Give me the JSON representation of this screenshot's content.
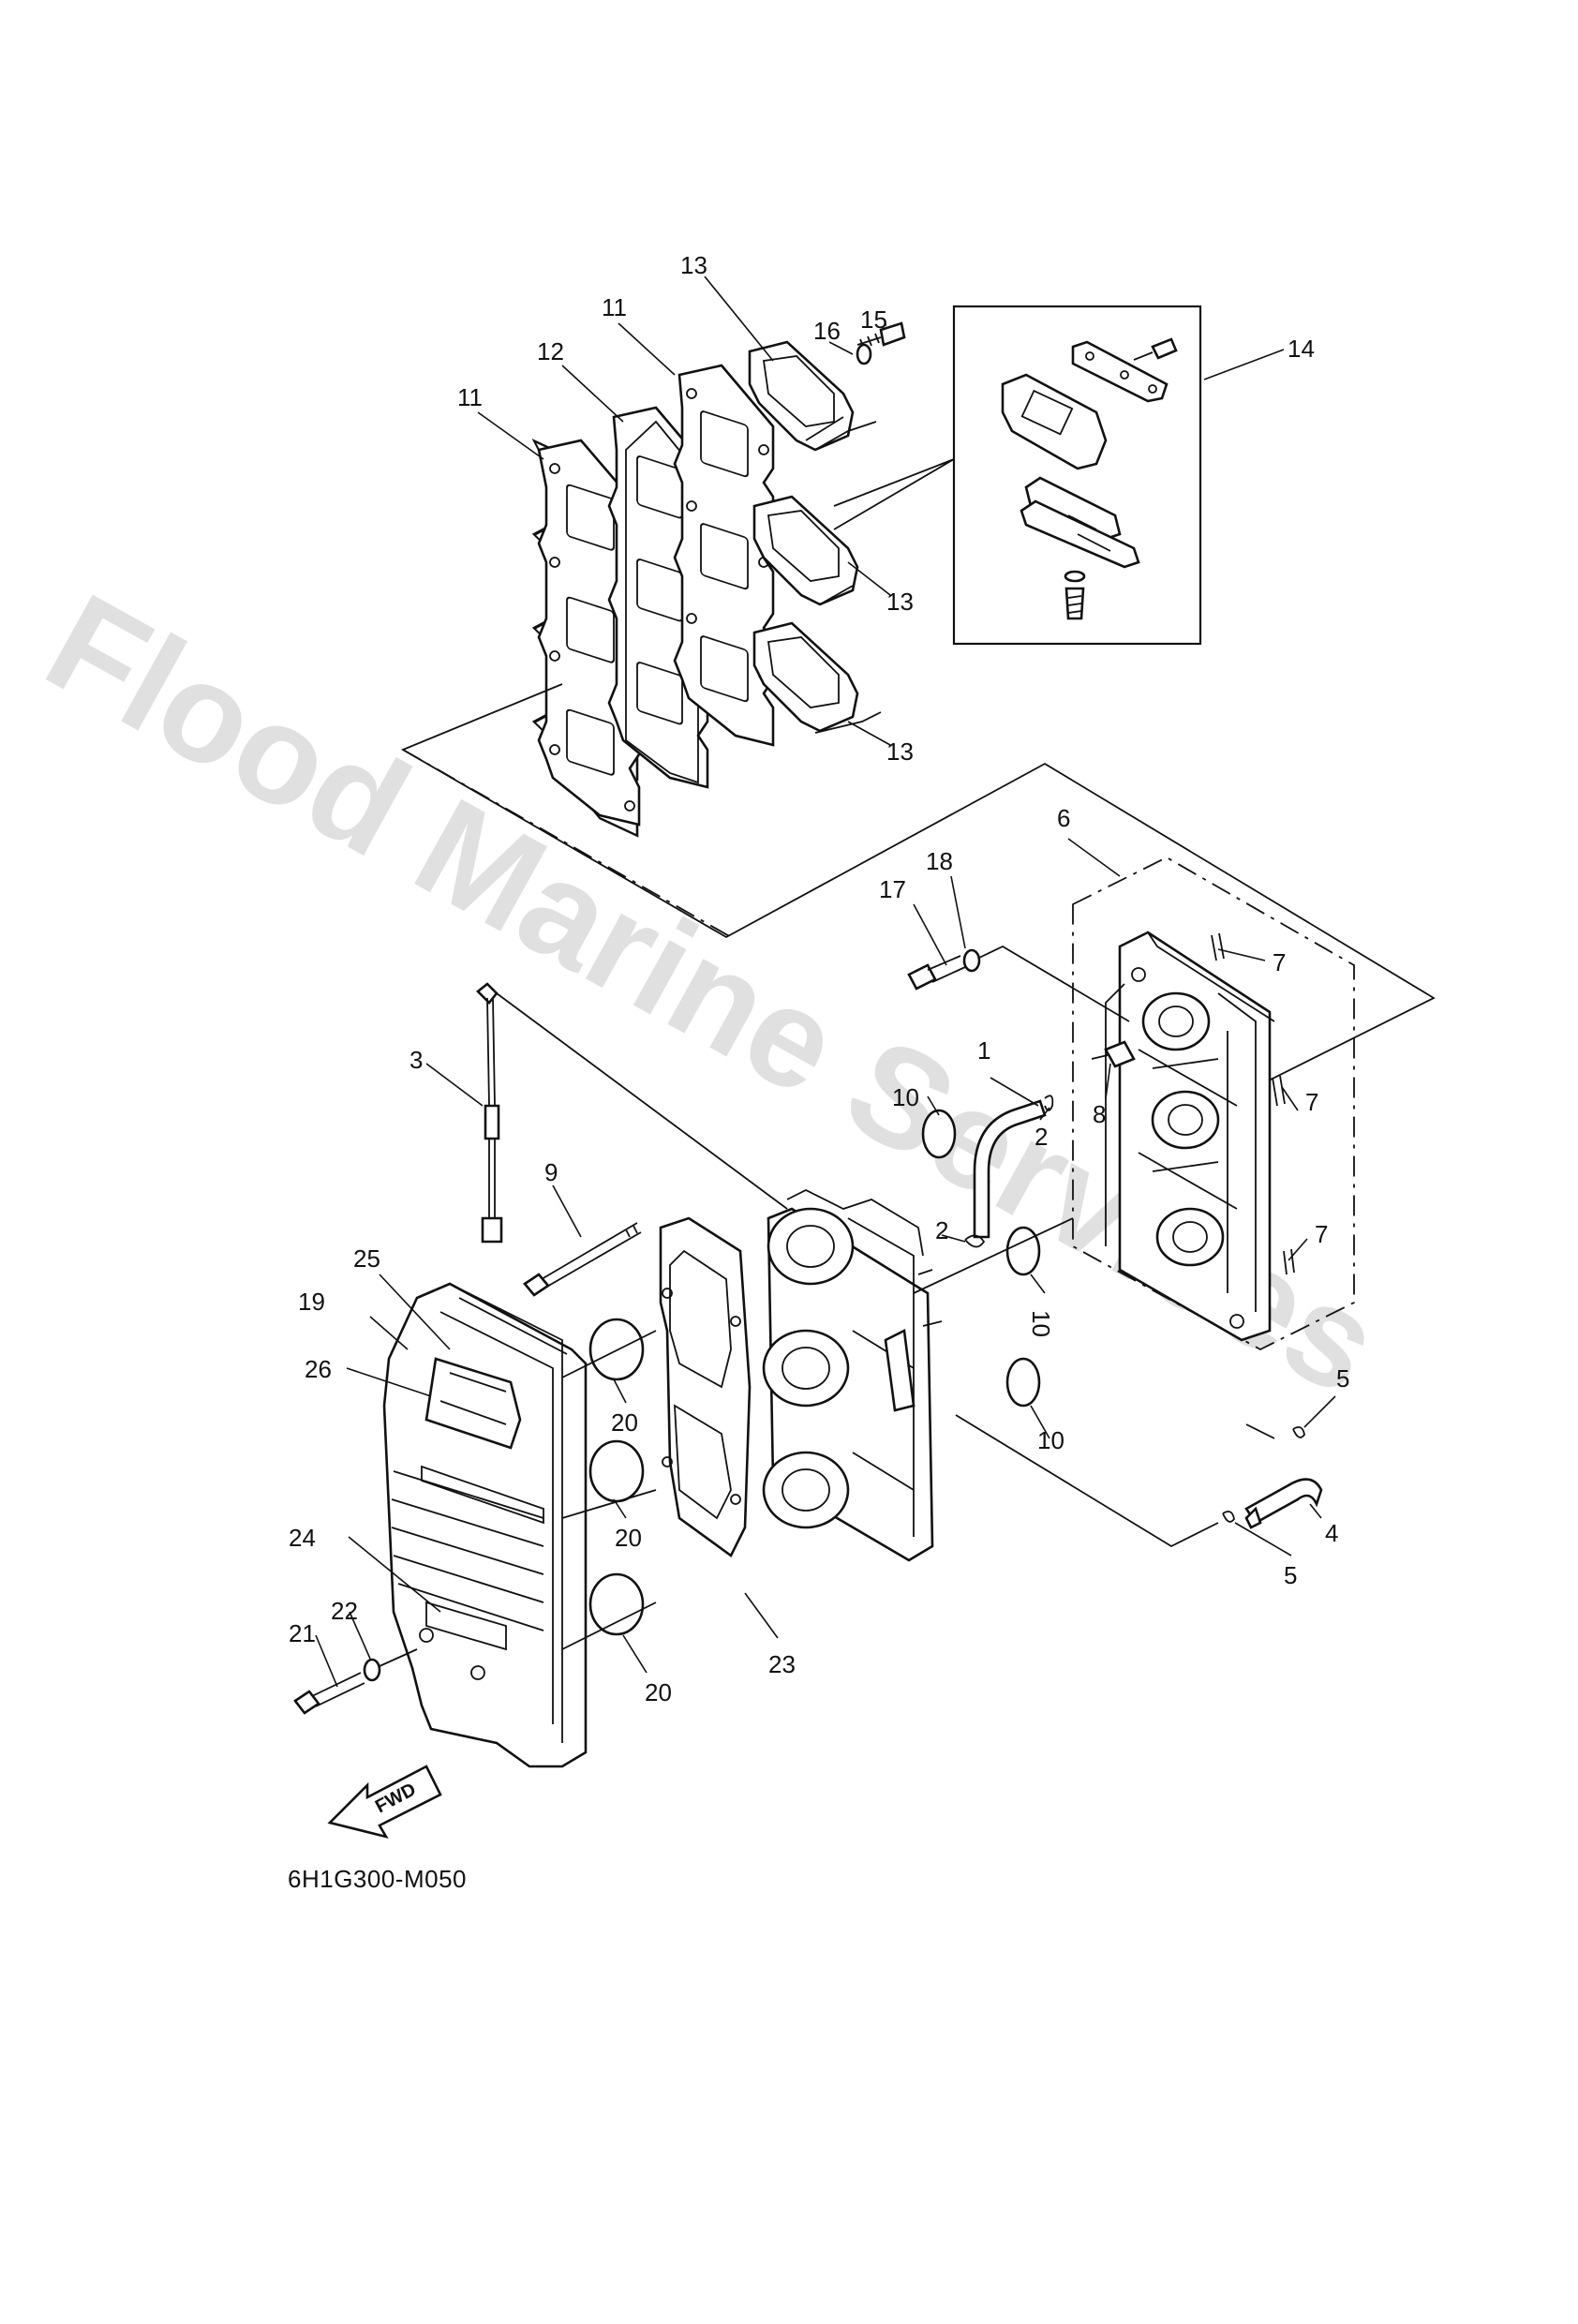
{
  "watermark": "Flood Marine Services",
  "diagram_code": "6H1G300-M050",
  "fwd_label": "FWD",
  "callouts": {
    "c1": "1",
    "c2a": "2",
    "c2b": "2",
    "c3": "3",
    "c4": "4",
    "c5a": "5",
    "c5b": "5",
    "c6": "6",
    "c7a": "7",
    "c7b": "7",
    "c7c": "7",
    "c8": "8",
    "c9": "9",
    "c10a": "10",
    "c10b": "10",
    "c10c": "10",
    "c11a": "11",
    "c11b": "11",
    "c12": "12",
    "c13a": "13",
    "c13b": "13",
    "c13c": "13",
    "c14": "14",
    "c15": "15",
    "c16": "16",
    "c17": "17",
    "c18": "18",
    "c19": "19",
    "c20a": "20",
    "c20b": "20",
    "c20c": "20",
    "c21": "21",
    "c22": "22",
    "c23": "23",
    "c24": "24",
    "c25": "25",
    "c26": "26"
  }
}
